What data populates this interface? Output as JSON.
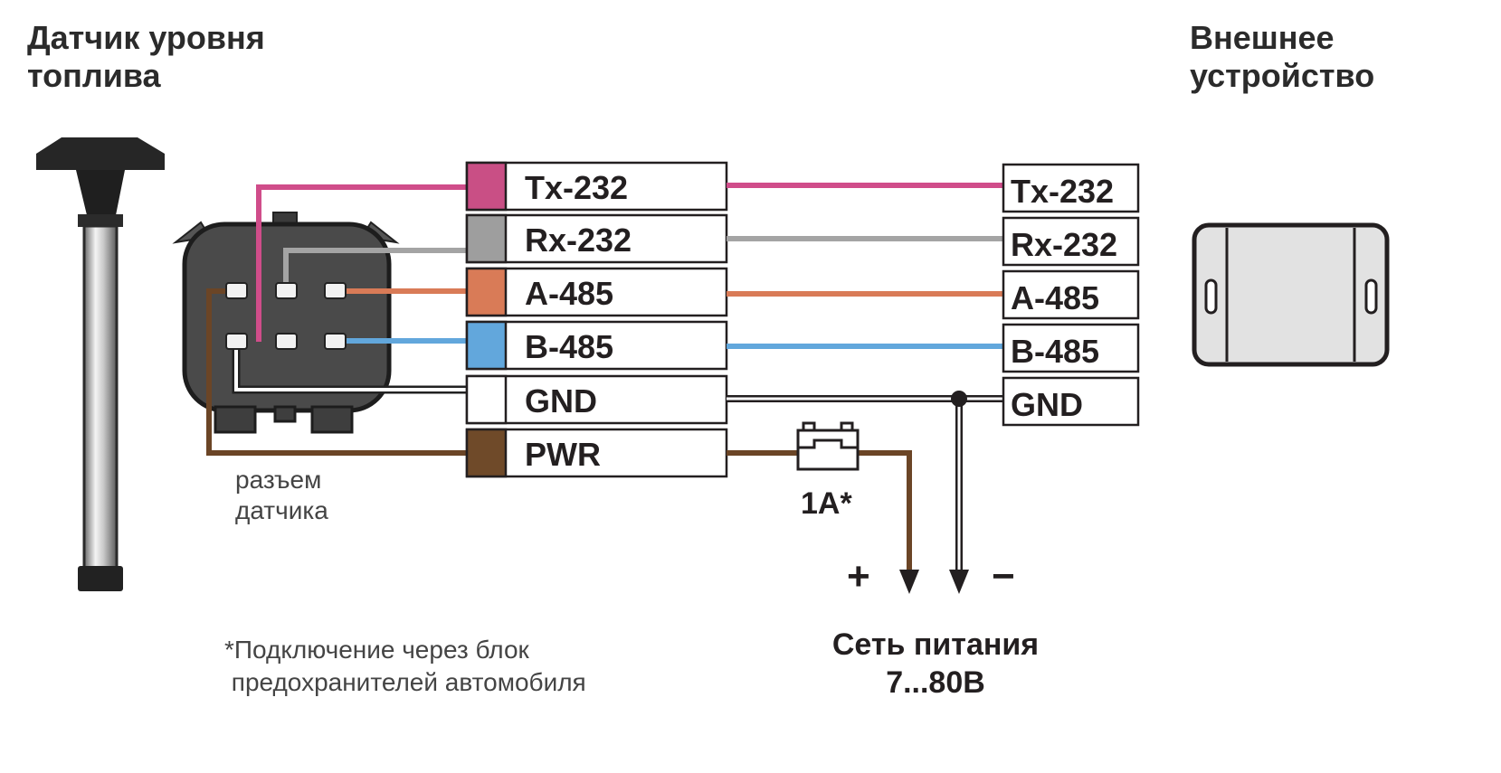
{
  "titles": {
    "sensor": [
      "Датчик уровня",
      "топлива"
    ],
    "device": [
      "Внешнее",
      "устройство"
    ]
  },
  "connector_label": [
    "разъем",
    "датчика"
  ],
  "footnote": [
    "*Подключение через блок",
    " предохранителей автомобиля"
  ],
  "power": {
    "fuse": "1А*",
    "plus": "+",
    "minus": "−",
    "label": [
      "Сеть питания",
      "7...80В"
    ]
  },
  "pins_left": [
    {
      "label": "Tx-232",
      "color": "#c94f85"
    },
    {
      "label": "Rx-232",
      "color": "#9e9e9e"
    },
    {
      "label": "A-485",
      "color": "#d97b57"
    },
    {
      "label": "B-485",
      "color": "#62a7dc"
    },
    {
      "label": "GND",
      "color": "#ffffff"
    },
    {
      "label": "PWR",
      "color": "#6f4a29"
    }
  ],
  "pins_right": [
    "Tx-232",
    "Rx-232",
    "A-485",
    "B-485",
    "GND"
  ],
  "wire_colors": {
    "tx": "#d04d8a",
    "rx": "#a4a4a4",
    "a485": "#d97b57",
    "b485": "#62a7dc",
    "gnd": "#ffffff",
    "pwr": "#6b4526"
  }
}
